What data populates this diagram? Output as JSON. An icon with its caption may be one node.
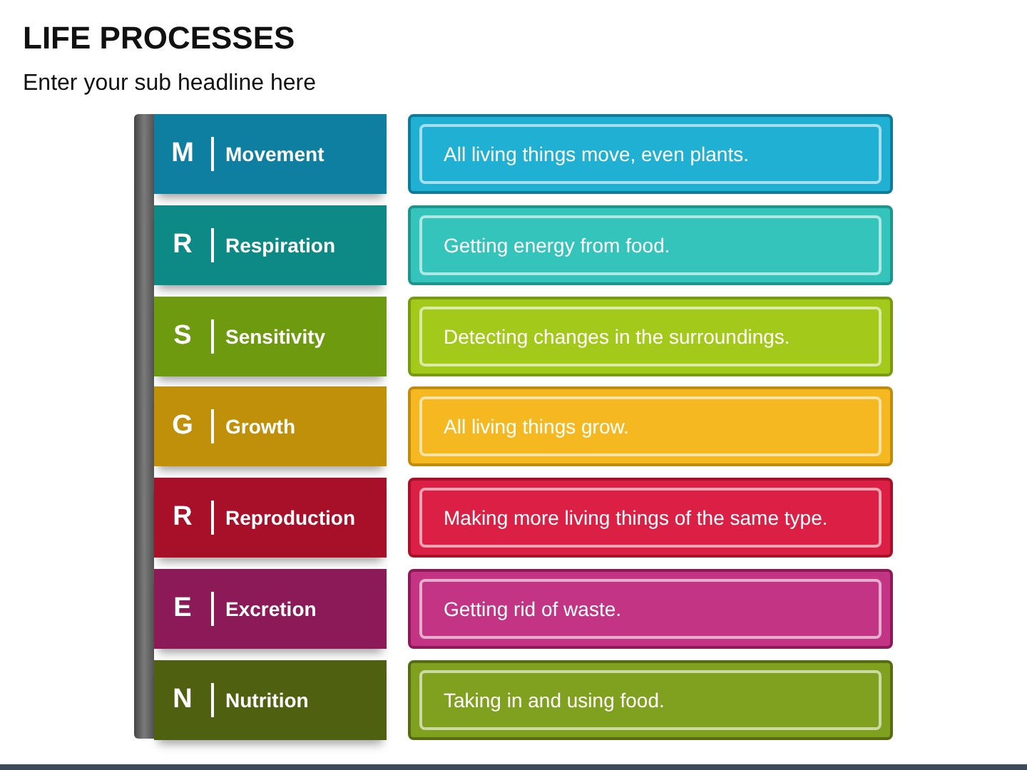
{
  "diagram": {
    "title": "LIFE PROCESSES",
    "nodes": [
      {
        "text": [],
        "shape": "bar"
      },
      {
        "text": [
          "M",
          "Movement"
        ]
      },
      {
        "text": [
          "All living things move, even plants."
        ]
      },
      {
        "text": [
          "R",
          "Respiration"
        ]
      },
      {
        "text": [
          "Getting energy from food."
        ]
      },
      {
        "text": [
          "S",
          "Sensitivity"
        ]
      },
      {
        "text": [
          "Detecting changes in the surroundings."
        ]
      },
      {
        "text": [
          "G",
          "Growth"
        ]
      },
      {
        "text": [
          "All living things grow."
        ]
      },
      {
        "text": [
          "R",
          "Reproduction"
        ]
      },
      {
        "text": [
          "Making more living things of the same type."
        ]
      },
      {
        "text": [
          "E",
          "Excretion"
        ]
      },
      {
        "text": [
          "Getting rid of waste."
        ]
      },
      {
        "text": [
          "N",
          "Nutrition"
        ]
      },
      {
        "text": [
          "Taking in and using food."
        ]
      }
    ],
    "labels": [
      "Enter your sub headline here"
    ]
  }
}
